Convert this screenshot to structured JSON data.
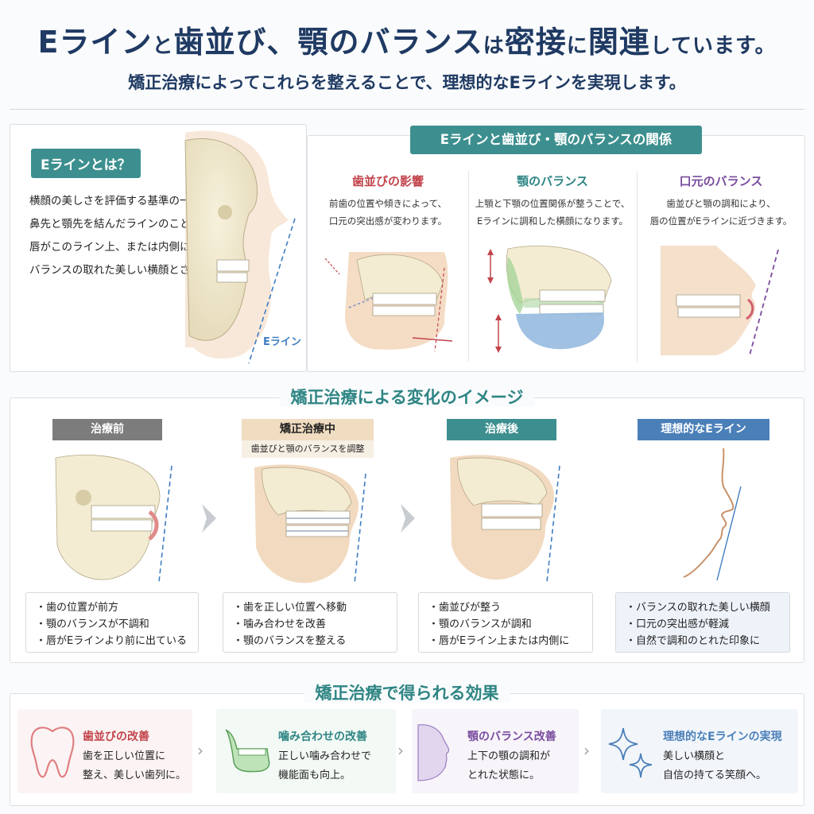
{
  "header": {
    "title_parts": [
      "Eライン",
      "と",
      "歯並び、顎のバランス",
      "は",
      "密接",
      "に",
      "関連",
      "しています。"
    ],
    "subtitle": "矯正治療によってこれらを整えることで、理想的なEラインを実現します。"
  },
  "eline": {
    "heading": "Eラインとは？",
    "lines": [
      "横顔の美しさを評価する基準の一つで、",
      "鼻先と顎先を結んだラインのことです。",
      "唇がこのライン上、または内側にあると、",
      "バランスの取れた美しい横顔とされています。"
    ],
    "line_label": "Eライン"
  },
  "relation": {
    "banner": "Eラインと歯並び・顎のバランスの関係",
    "columns": [
      {
        "title": "歯並びの影響",
        "color": "#c2444b",
        "text": [
          "前歯の位置や傾きによって、",
          "口元の突出感が変わります。"
        ]
      },
      {
        "title": "顎のバランス",
        "color": "#2e8584",
        "text": [
          "上顎と下顎の位置関係が整うことで、",
          "Eラインに調和した横顔になります。"
        ]
      },
      {
        "title": "口元のバランス",
        "color": "#7a4c9e",
        "text": [
          "歯並びと顎の調和により、",
          "唇の位置がEラインに近づきます。"
        ]
      }
    ]
  },
  "treatment": {
    "title": "矯正治療による変化のイメージ",
    "stages": [
      {
        "label": "治療前",
        "color": "#7c7c7c",
        "text_color": "#ffffff",
        "sub": "",
        "bullets": [
          "・歯の位置が前方",
          "・顎のバランスが不調和",
          "・唇がEラインより前に出ている"
        ]
      },
      {
        "label": "矯正治療中",
        "color": "#f0dcc0",
        "text_color": "#222222",
        "sub": "歯並びと顎のバランスを調整",
        "bullets": [
          "・歯を正しい位置へ移動",
          "・噛み合わせを改善",
          "・顎のバランスを整える"
        ]
      },
      {
        "label": "治療後",
        "color": "#3d8f8f",
        "text_color": "#ffffff",
        "sub": "",
        "bullets": [
          "・歯並びが整う",
          "・顎のバランスが調和",
          "・唇がEライン上または内側に"
        ]
      },
      {
        "label": "理想的なEライン",
        "color": "#4a7fb8",
        "text_color": "#ffffff",
        "sub": "",
        "bullets": [
          "・バランスの取れた美しい横顔",
          "・口元の突出感が軽減",
          "・自然で調和のとれた印象に"
        ]
      }
    ]
  },
  "effects": {
    "title": "矯正治療で得られる効果",
    "items": [
      {
        "title": "歯並びの改善",
        "color": "#c2444b",
        "icon": "tooth-icon",
        "text": [
          "歯を正しい位置に",
          "整え、美しい歯列に。"
        ]
      },
      {
        "title": "噛み合わせの改善",
        "color": "#2e8584",
        "icon": "jaw-icon",
        "text": [
          "正しい噛み合わせで",
          "機能面も向上。"
        ]
      },
      {
        "title": "顎のバランス改善",
        "color": "#7a4c9e",
        "icon": "face-profile-icon",
        "text": [
          "上下の顎の調和が",
          "とれた状態に。"
        ]
      },
      {
        "title": "理想的なEラインの実現",
        "color": "#4a7fb8",
        "icon": "sparkle-icon",
        "text": [
          "美しい横顔と",
          "自信の持てる笑顔へ。"
        ]
      }
    ]
  }
}
